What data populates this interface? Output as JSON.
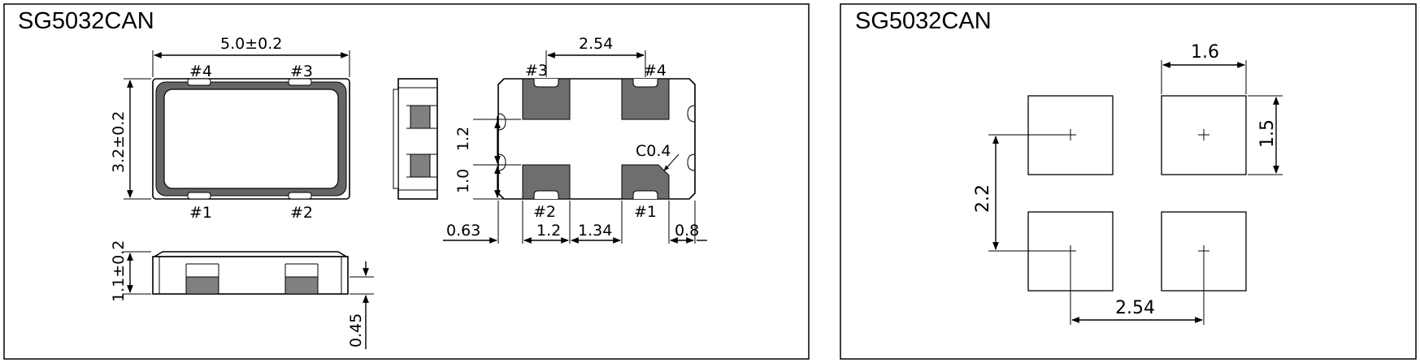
{
  "left_panel": {
    "title": "SG5032CAN",
    "top_view": {
      "width_dim": "5.0±0.2",
      "height_dim": "3.2±0.2",
      "pin_labels": [
        "#4",
        "#3",
        "#1",
        "#2"
      ]
    },
    "bottom_view": {
      "top_dim": "2.54",
      "pin_labels": [
        "#3",
        "#4",
        "#2",
        "#1"
      ],
      "vertical_dims": [
        "1.2",
        "1.0"
      ],
      "chamfer": "C0.4",
      "bottom_dims": [
        "0.63",
        "1.2",
        "1.34",
        "0.8"
      ]
    },
    "side_view": {
      "height_dim": "1.1±0.2",
      "pad_dim": "0.45"
    }
  },
  "right_panel": {
    "title": "SG5032CAN",
    "pad_width": "1.6",
    "pad_height": "1.5",
    "pitch_vertical": "2.2",
    "pitch_horizontal": "2.54"
  }
}
